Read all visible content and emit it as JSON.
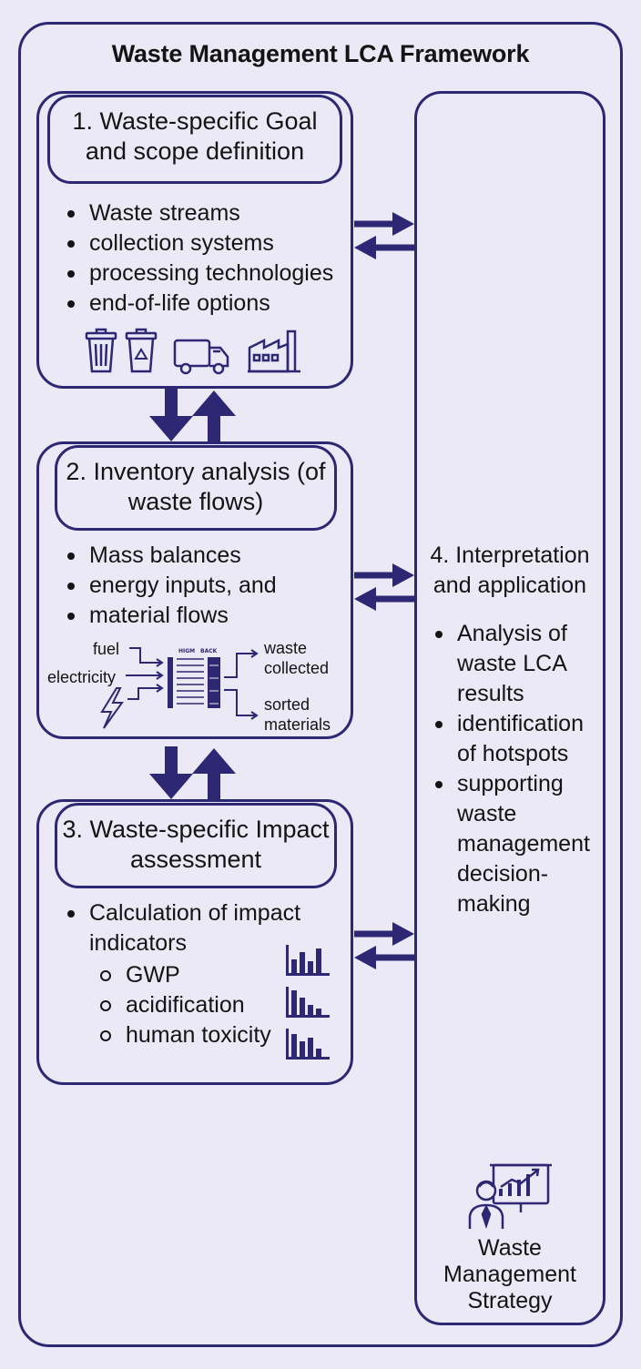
{
  "title": "Waste Management LCA Framework",
  "colors": {
    "ink": "#2e2773",
    "background": "#ebe9f6",
    "text": "#141414"
  },
  "stage1": {
    "heading": "1. Waste-specific Goal and scope definition",
    "bullets": [
      "Waste streams",
      "collection systems",
      "processing technologies",
      "end-of-life options"
    ],
    "icons": [
      "trash-bin-icon",
      "recycling-bin-icon",
      "garbage-truck-icon",
      "factory-icon"
    ]
  },
  "stage2": {
    "heading": "2. Inventory analysis (of waste flows)",
    "bullets": [
      "Mass balances",
      "energy inputs, and",
      "material flows"
    ],
    "flow": {
      "inputs": [
        "fuel",
        "electricity"
      ],
      "table_headers": [
        "HIGM",
        "BACK"
      ],
      "outputs": [
        "waste collected",
        "sorted materials"
      ]
    }
  },
  "stage3": {
    "heading": "3. Waste-specific Impact assessment",
    "bullets": [
      "Calculation of impact indicators"
    ],
    "indicators": [
      "GWP",
      "acidification",
      "human toxicity"
    ]
  },
  "stage4": {
    "heading": "4. Interpretation and application",
    "bullets": [
      "Analysis of waste LCA results",
      "identification of hotspots",
      "supporting waste management decision-making"
    ],
    "strategy_label": "Waste Management Strategy"
  }
}
